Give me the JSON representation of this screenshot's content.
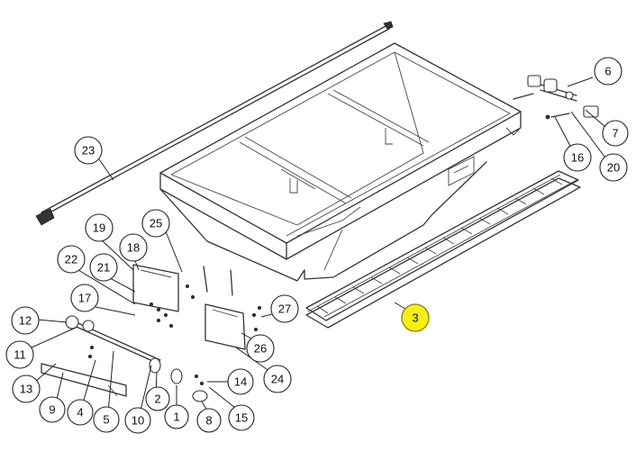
{
  "callouts": {
    "c1": "1",
    "c2": "2",
    "c3": "3",
    "c4": "4",
    "c5": "5",
    "c6": "6",
    "c7": "7",
    "c8": "8",
    "c9": "9",
    "c10": "10",
    "c11": "11",
    "c12": "12",
    "c13": "13",
    "c14": "14",
    "c15": "15",
    "c16": "16",
    "c17": "17",
    "c18": "18",
    "c19": "19",
    "c20": "20",
    "c21": "21",
    "c22": "22",
    "c23": "23",
    "c24": "24",
    "c25": "25",
    "c26": "26",
    "c27": "27"
  },
  "colors": {
    "highlight": "#f7ef1a",
    "line": "#333333",
    "background": "#ffffff"
  }
}
